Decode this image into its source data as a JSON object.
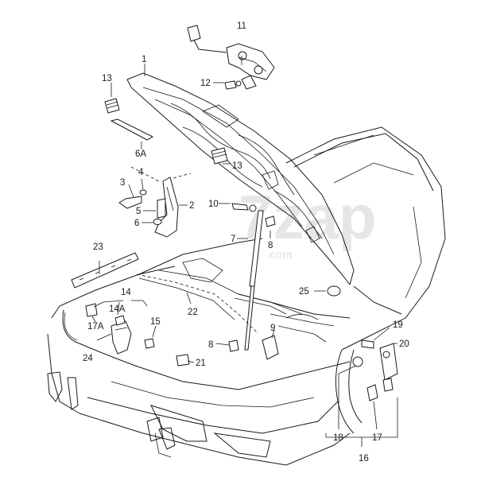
{
  "watermark": {
    "text": "7zap",
    "sub": ".com"
  },
  "labels": {
    "l1": "1",
    "l2": "2",
    "l3": "3",
    "l4": "4",
    "l5": "5",
    "l6": "6",
    "l6a": "6A",
    "l7": "7",
    "l8a": "8",
    "l8b": "8",
    "l9": "9",
    "l10": "10",
    "l11": "11",
    "l12": "12",
    "l13a": "13",
    "l13b": "13",
    "l14": "14",
    "l14a": "14A",
    "l15": "15",
    "l16": "16",
    "l17": "17",
    "l17a": "17A",
    "l18": "18",
    "l19": "19",
    "l20": "20",
    "l21": "21",
    "l22": "22",
    "l23": "23",
    "l24": "24",
    "l25": "25"
  }
}
